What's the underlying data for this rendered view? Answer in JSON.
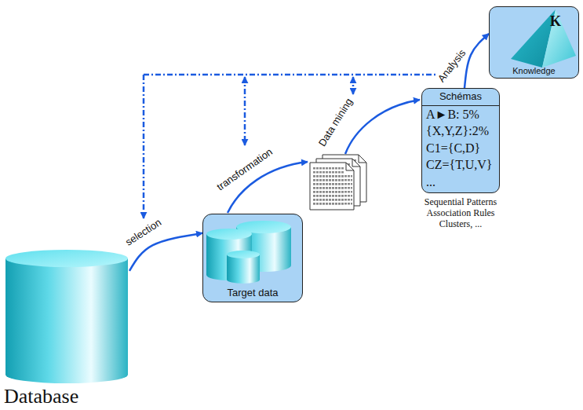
{
  "diagram": {
    "nodes": [
      {
        "text": [
          "Database"
        ]
      },
      {
        "text": [
          "Target data"
        ]
      },
      {
        "text": [
          "Schémas",
          "A►B: 5%",
          "{X,Y,Z}:2%",
          "C1={C,D}",
          "CZ={T,U,V}",
          "...",
          "Sequential Patterns Association Rules Clusters, ..."
        ]
      },
      {
        "text": [
          "K",
          "Knowledge"
        ]
      }
    ],
    "edges": [
      {
        "from": 0,
        "to": 1,
        "arrow": "to",
        "label": "selection"
      },
      {
        "from": 2,
        "to": 3,
        "arrow": "to",
        "label": "Analysis"
      }
    ],
    "labels": [
      "transformation",
      "Data mining"
    ]
  }
}
